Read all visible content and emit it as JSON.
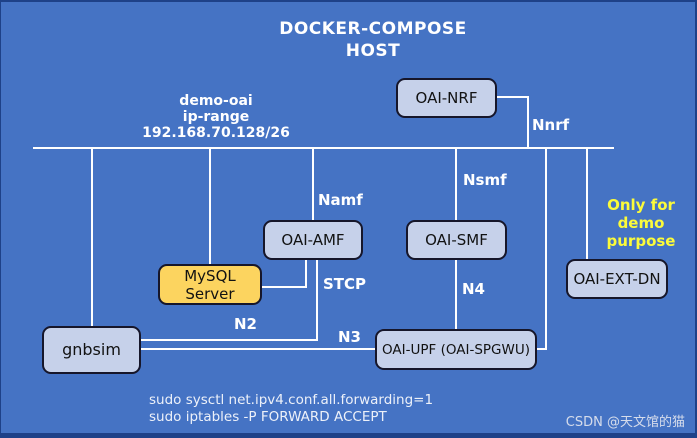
{
  "title": {
    "line1": "DOCKER-COMPOSE",
    "line2": "HOST"
  },
  "network": {
    "name": "demo-oai",
    "range_label": "ip-range",
    "cidr": "192.168.70.128/26"
  },
  "nodes": {
    "nrf": {
      "label": "OAI-NRF"
    },
    "amf": {
      "label": "OAI-AMF"
    },
    "smf": {
      "label": "OAI-SMF"
    },
    "mysql": {
      "label": "MySQL Server"
    },
    "gnbsim": {
      "label": "gnbsim"
    },
    "upf": {
      "label": "OAI-UPF (OAI-SPGWU)"
    },
    "extdn": {
      "label": "OAI-EXT-DN"
    }
  },
  "interfaces": {
    "nnrf": "Nnrf",
    "namf": "Namf",
    "nsmf": "Nsmf",
    "stcp": "STCP",
    "n2": "N2",
    "n3": "N3",
    "n4": "N4"
  },
  "note": {
    "line1": "Only for",
    "line2": "demo",
    "line3": "purpose"
  },
  "commands": {
    "line1": "sudo sysctl net.ipv4.conf.all.forwarding=1",
    "line2": "sudo iptables -P FORWARD ACCEPT"
  },
  "watermark": "CSDN @天文馆的猫",
  "colors": {
    "background": "#4573C4",
    "frame": "#1E4188",
    "node_fill": "#C6D1EA",
    "mysql_fill": "#FCD45F",
    "node_border": "#16162A",
    "line": "#FFFFFF",
    "note_yellow": "#FBFB3A",
    "text_white": "#FFFFFF"
  }
}
